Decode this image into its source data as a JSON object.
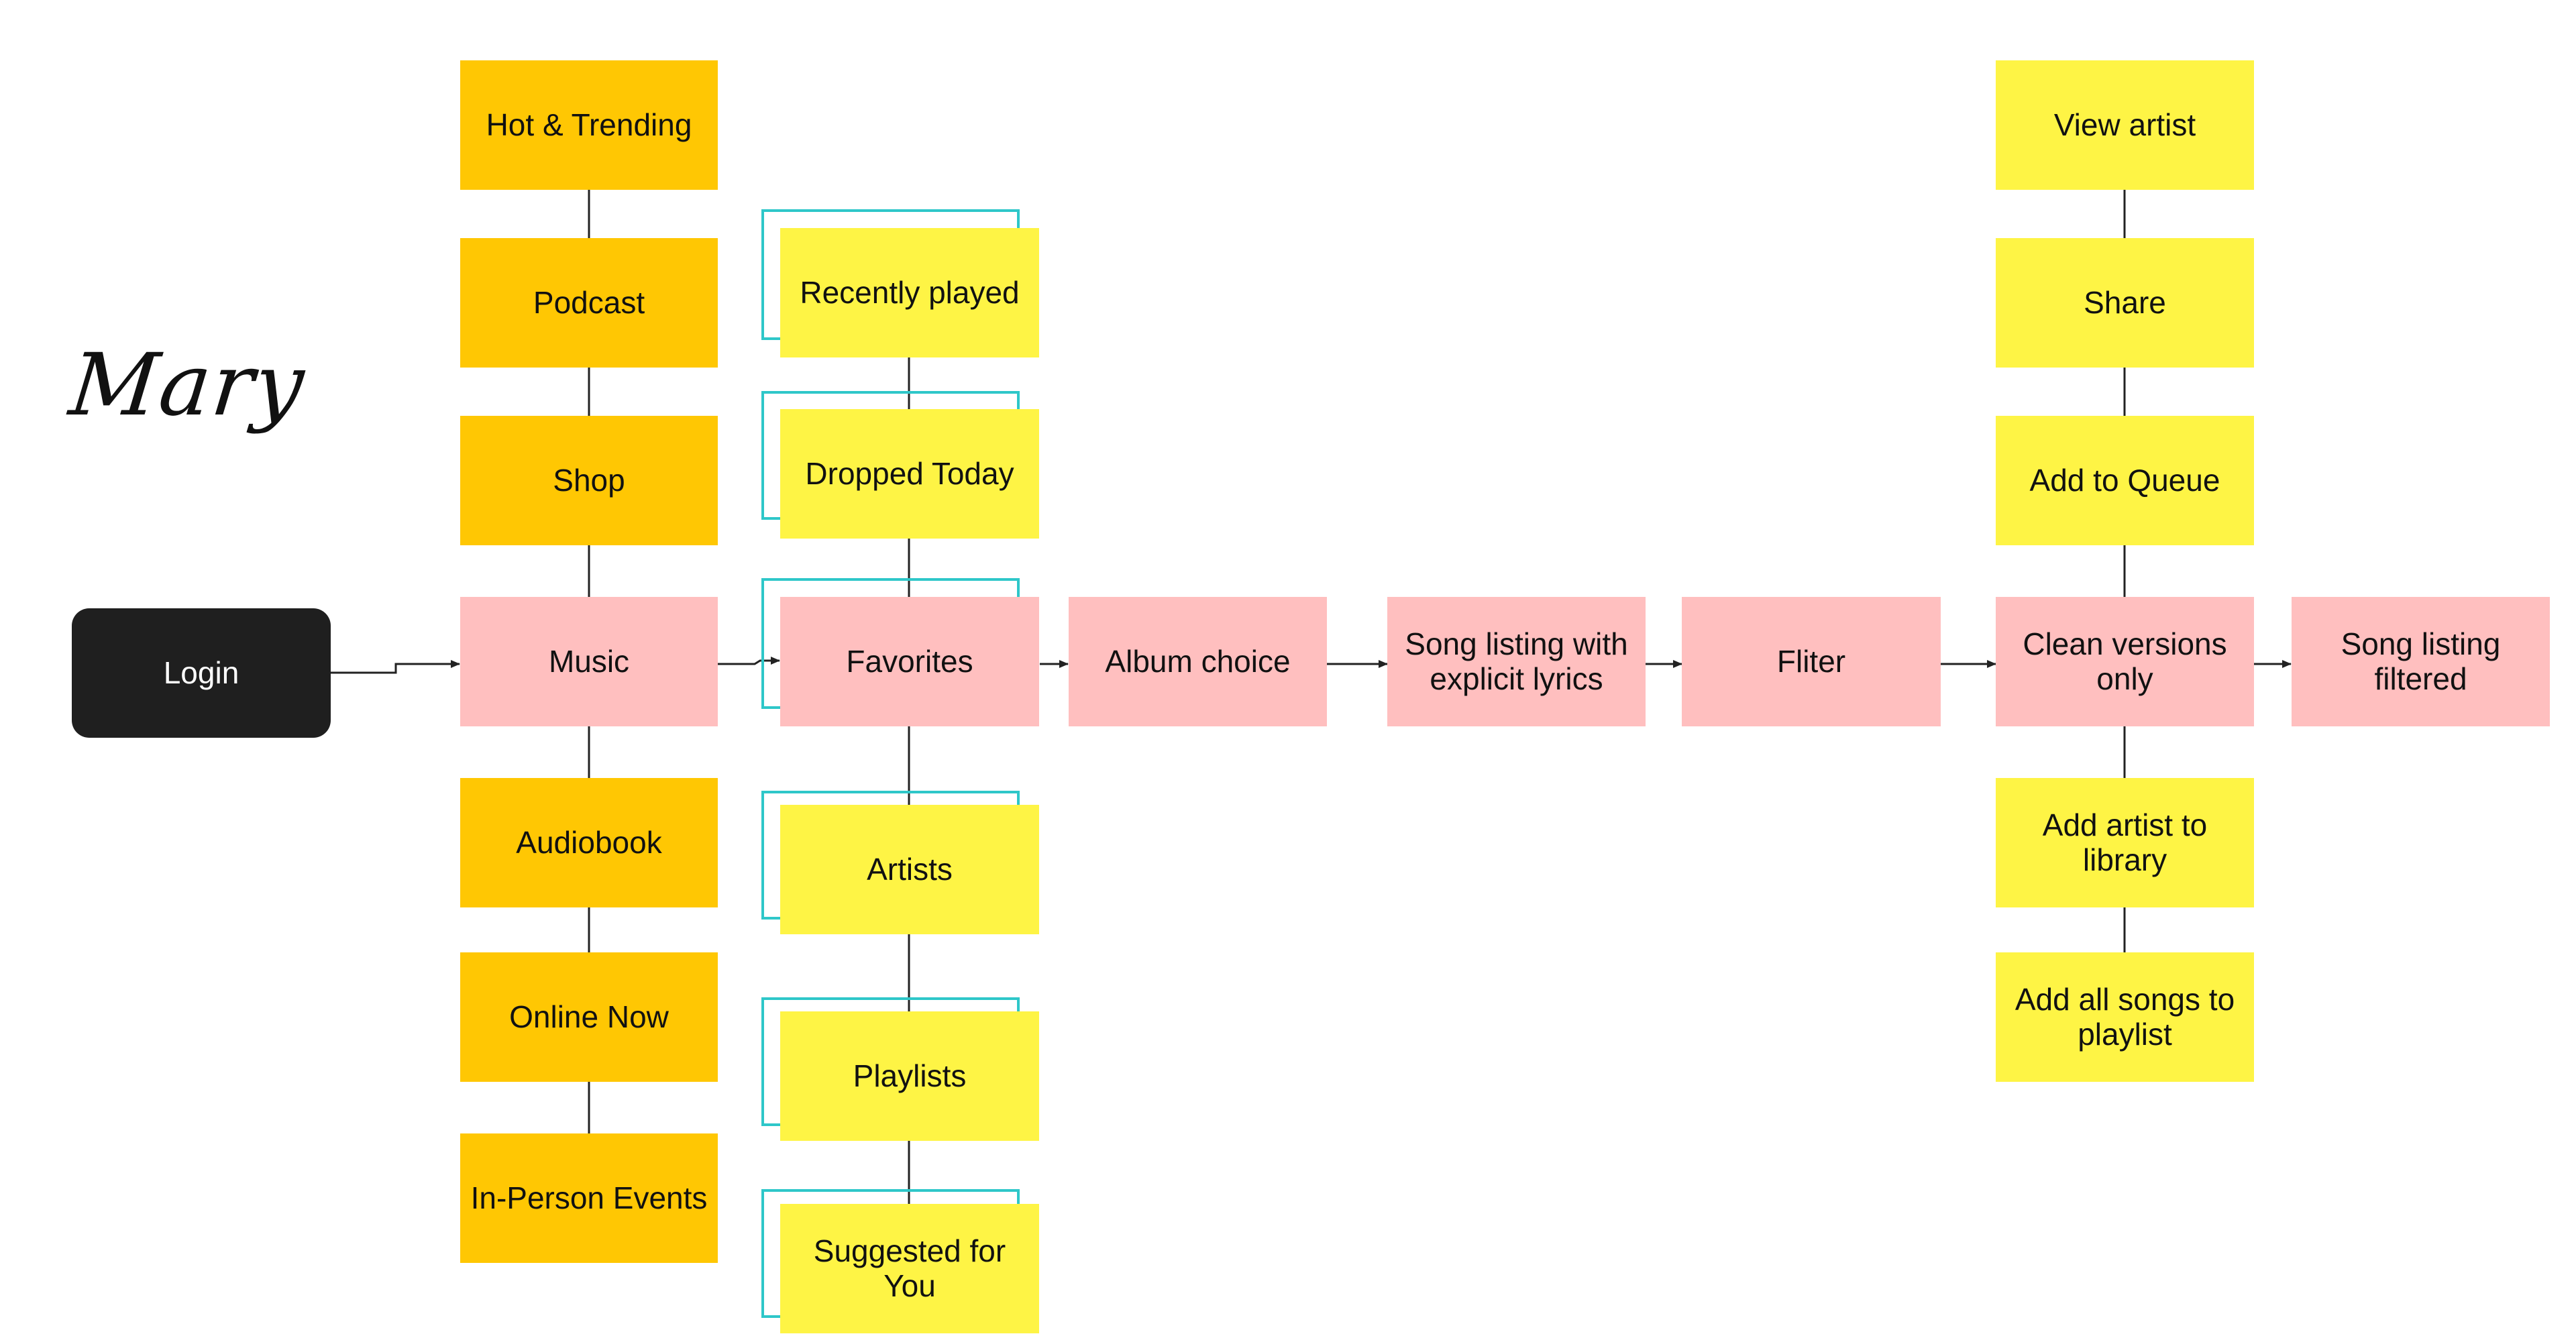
{
  "author": "Mary",
  "login": "Login",
  "categories": [
    "Hot & Trending",
    "Podcast",
    "Shop",
    "Music",
    "Audiobook",
    "Online Now",
    "In-Person Events"
  ],
  "music_sections": [
    "Recently played",
    "Dropped Today",
    "Favorites",
    "Artists",
    "Playlists",
    "Suggested for You"
  ],
  "flow": [
    "Album choice",
    "Song listing with explicit lyrics",
    "Fliter",
    "Clean versions only",
    "Song listing filtered"
  ],
  "actions": [
    "View artist",
    "Share",
    "Add to Queue",
    "Add artist to library",
    "Add all songs to playlist"
  ],
  "colors": {
    "category": "#ffc703",
    "section": "#fef445",
    "path": "#ffbfbf",
    "login": "#1f1f1f",
    "frame": "#2ec7c9",
    "connector": "#222222"
  }
}
